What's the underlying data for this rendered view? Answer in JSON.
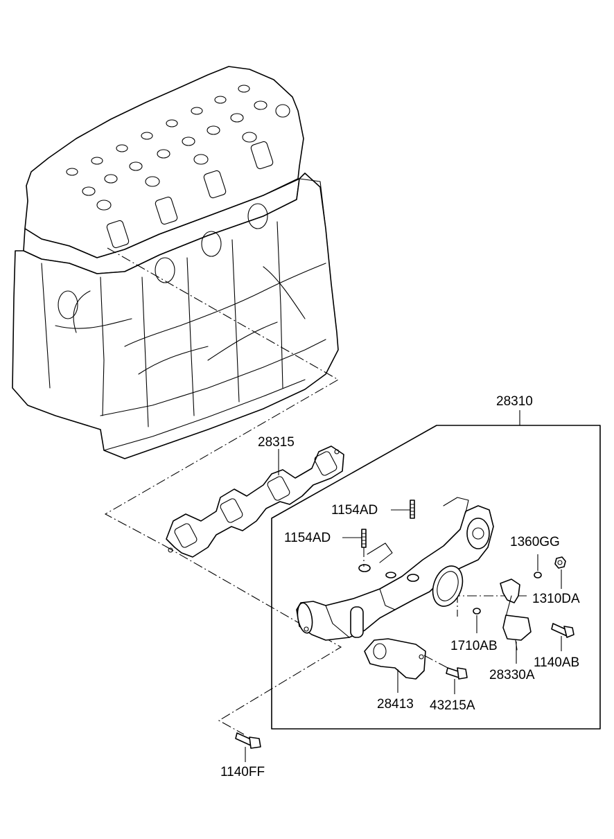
{
  "part_labels": {
    "exhaust_manifold_assembly": "28310",
    "manifold_gasket": "28315",
    "stud_upper": "1154AD",
    "stud_lower": "1154AD",
    "washer": "1360GG",
    "nut": "1310DA",
    "bolt_actuator": "1140AB",
    "plug": "1710AB",
    "actuator": "28330A",
    "bracket": "28413",
    "bolt_bracket": "43215A",
    "flange_bolt": "1140FF"
  }
}
